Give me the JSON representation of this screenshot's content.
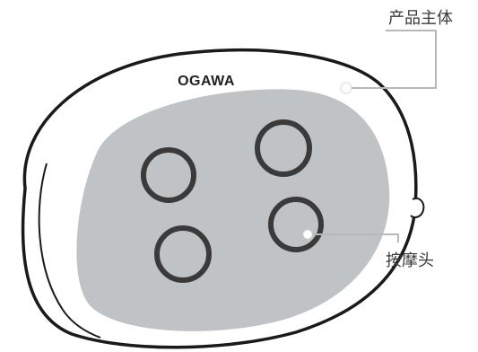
{
  "brand": "OGAWA",
  "labels": {
    "body": "产品主体",
    "heads": "按摩头"
  },
  "colors": {
    "outline": "#1a1a1a",
    "pad": "#bfc3c6",
    "callout": "#b8b8b8",
    "text": "#3a3a3a"
  },
  "massage_head_count": 4
}
